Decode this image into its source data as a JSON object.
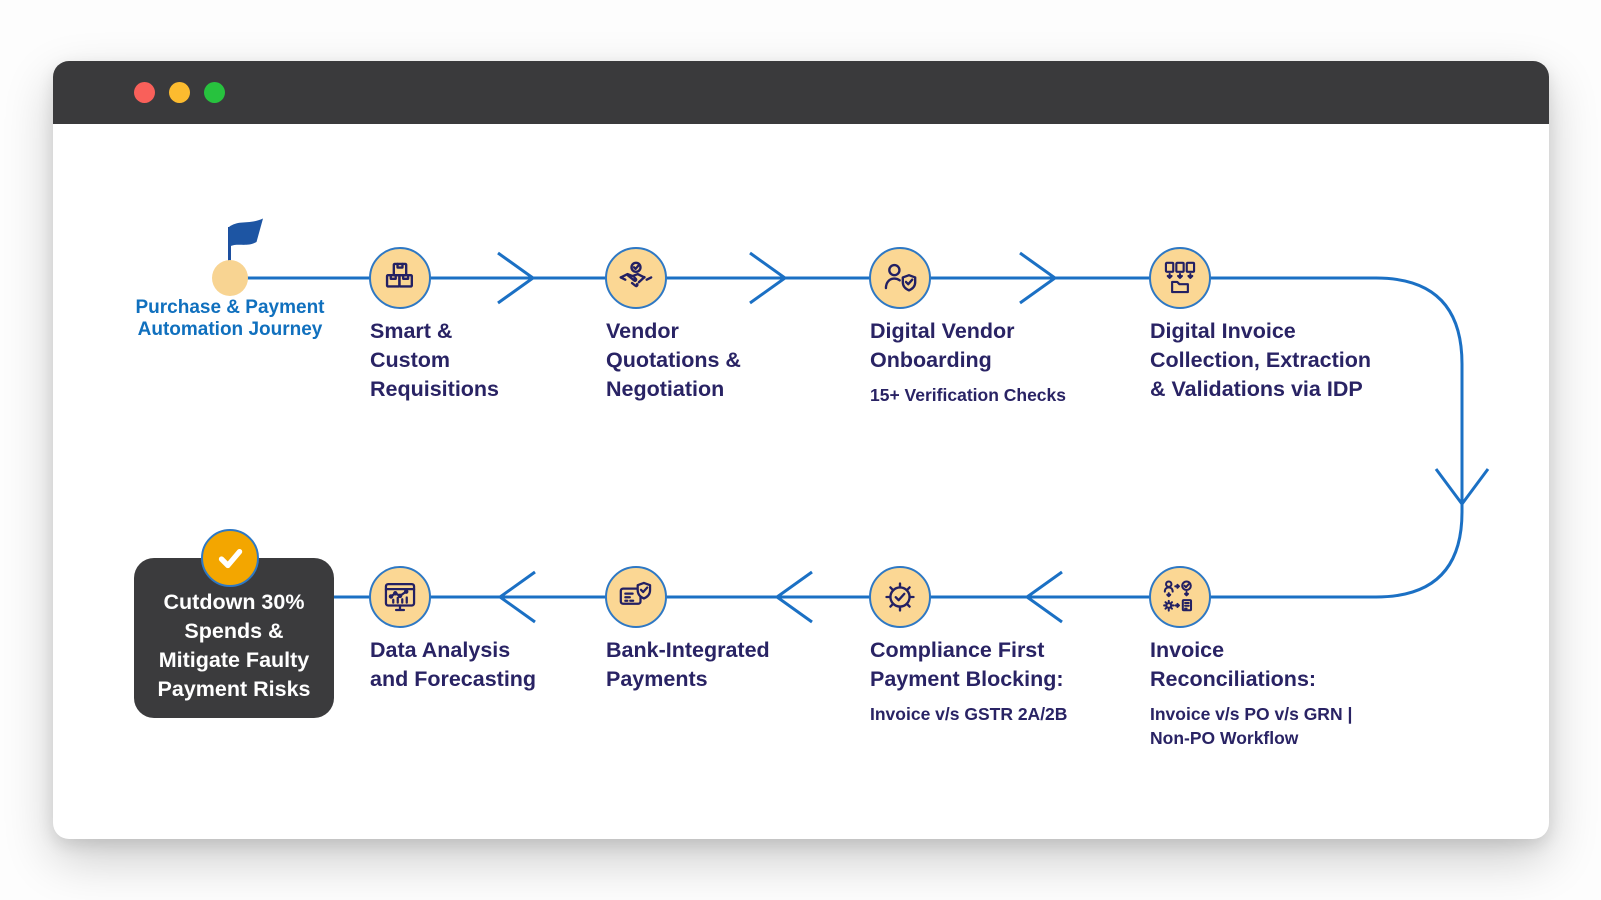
{
  "window": {
    "titlebar_color": "#3A3A3C",
    "traffic_lights": {
      "red": "#F9605A",
      "yellow": "#FCBB2F",
      "green": "#27C23E"
    }
  },
  "colors": {
    "line_blue": "#1B70C4",
    "node_fill": "#FBD794",
    "node_border": "#2E78C4",
    "icon_navy": "#232063",
    "title_navy": "#292364",
    "journey_label_blue": "#1070BE",
    "flag_blue": "#1D55A3",
    "outcome_box": "#3B3B3D",
    "check_orange": "#F3A600"
  },
  "journey": {
    "start_label": "Purchase & Payment\nAutomation Journey",
    "steps": [
      {
        "title": "Smart &\nCustom\nRequisitions",
        "subtitle": ""
      },
      {
        "title": "Vendor\nQuotations &\nNegotiation",
        "subtitle": ""
      },
      {
        "title": "Digital Vendor\nOnboarding",
        "subtitle": "15+ Verification Checks"
      },
      {
        "title": "Digital Invoice\nCollection, Extraction\n& Validations via IDP",
        "subtitle": ""
      },
      {
        "title": "Invoice\nReconciliations:",
        "subtitle": "Invoice v/s PO v/s GRN |\nNon-PO Workflow"
      },
      {
        "title": "Compliance First\nPayment Blocking:",
        "subtitle": "Invoice v/s GSTR 2A/2B"
      },
      {
        "title": "Bank-Integrated\nPayments",
        "subtitle": ""
      },
      {
        "title": "Data Analysis\nand Forecasting",
        "subtitle": ""
      }
    ],
    "outcome": "Cutdown 30%\nSpends &\nMitigate Faulty\nPayment Risks"
  }
}
